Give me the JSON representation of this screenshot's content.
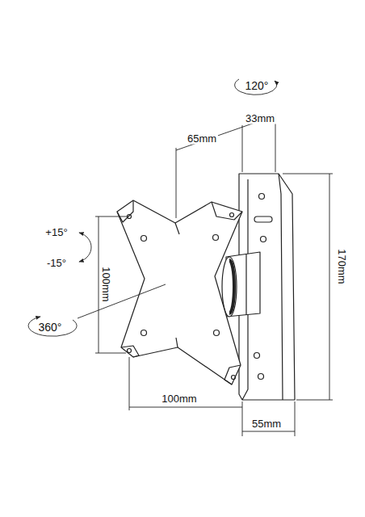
{
  "diagram": {
    "labels": [
      "120°",
      "65mm",
      "33mm",
      "+15°",
      "-15°",
      "100mm",
      "360°",
      "100mm",
      "170mm",
      "55mm"
    ]
  }
}
